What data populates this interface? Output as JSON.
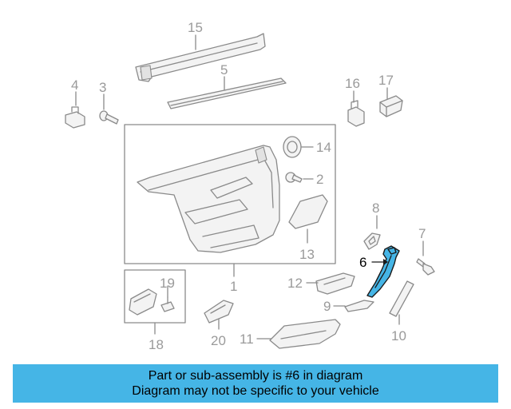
{
  "callouts": {
    "c1": "1",
    "c2": "2",
    "c3": "3",
    "c4": "4",
    "c5": "5",
    "c6": "6",
    "c7": "7",
    "c8": "8",
    "c9": "9",
    "c10": "10",
    "c11": "11",
    "c12": "12",
    "c13": "13",
    "c14": "14",
    "c15": "15",
    "c16": "16",
    "c17": "17",
    "c18": "18",
    "c19": "19",
    "c20": "20"
  },
  "highlight": {
    "part": "6",
    "color": "#45b5e6"
  },
  "banner": {
    "line1": "Part or sub-assembly is #6 in diagram",
    "line2": "Diagram may not be specific to your vehicle"
  }
}
